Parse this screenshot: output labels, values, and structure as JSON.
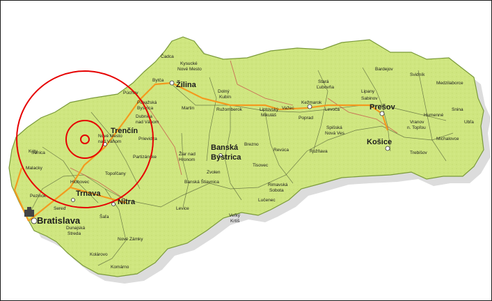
{
  "colors": {
    "land": "#cfe680",
    "land_edge": "#7a9a3a",
    "shadow": "#d9d9d9",
    "road_major": "#f39a1e",
    "circles": "#e60000",
    "background": "#ffffff"
  },
  "cities": {
    "capital": "Bratislava",
    "regional": [
      "Žilina",
      "Trenčín",
      "Banská Bystrica",
      "Prešov",
      "Košice",
      "Trnava",
      "Nitra"
    ],
    "towns": {
      "cadca": "Čadca",
      "kysucke": "Kysucké Nové Mesto",
      "bytca": "Bytča",
      "puchov": "Púchov",
      "povazska": "Považská Bystrica",
      "dubnica": "Dubnica nad Váhom",
      "nove_mesto": "Nové Mesto nad Váhom",
      "prievidza": "Prievidza",
      "partizanske": "Partizánske",
      "topolcany": "Topoľčany",
      "hlohovec": "Hlohovec",
      "senica": "Senica",
      "kuty": "Kúty",
      "malacky": "Malacky",
      "pezinok": "Pezinok",
      "sered": "Sereď",
      "sala": "Šaľa",
      "dunajska": "Dunajská Streda",
      "nove_zamky": "Nové Zámky",
      "kolarovo": "Kolárovo",
      "komarno": "Komárno",
      "martin": "Martin",
      "ruzomberok": "Ružomberok",
      "dolny_kubin": "Dolný Kubín",
      "liptovsky": "Liptovský Mikuláš",
      "vazec": "Važec",
      "kezmarok": "Kežmarok",
      "stara_lubovna": "Stará Ľubovňa",
      "poprad": "Poprad",
      "levoca": "Levoča",
      "spisska": "Spišská Nová Ves",
      "lipany": "Lipany",
      "sabinov": "Sabinov",
      "bardejov": "Bardejov",
      "svidnik": "Svidník",
      "medzilaborce": "Medzilaborce",
      "humenne": "Humenné",
      "snina": "Snina",
      "vranov": "Vranov n. Topľou",
      "michalovce": "Michalovce",
      "ubla": "Ubľa",
      "trebisov": "Trebišov",
      "roznava": "Rožňava",
      "revuca": "Revúca",
      "rimavska": "Rimavská Sobota",
      "lucenec": "Lučenec",
      "tisovec": "Tisovec",
      "brezno": "Brezno",
      "zvolen": "Zvolen",
      "banska_stiavnica": "Banská Štiavnica",
      "ziar": "Žiar nad Hronom",
      "levice": "Levice",
      "velky_krtis": "Veľký Krtíš"
    }
  }
}
